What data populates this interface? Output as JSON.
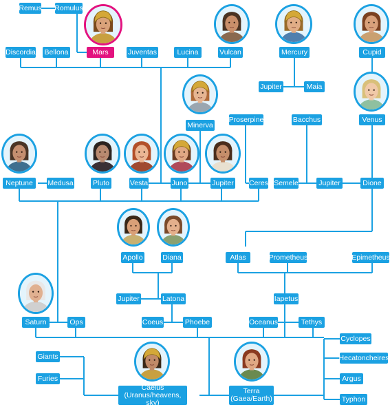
{
  "colors": {
    "box": "#1ba1e2",
    "highlight": "#e3127f",
    "line": "#1ba1e2",
    "background": "#ffffff"
  },
  "gods": {
    "remus": "Remus",
    "romulus": "Romulus",
    "mars": "Mars",
    "discordia": "Discordia",
    "bellona": "Bellona",
    "juventas": "Juventas",
    "lucina": "Lucina",
    "vulcan": "Vulcan",
    "mercury": "Mercury",
    "cupid": "Cupid",
    "jupiter_maia": "Jupiter",
    "maia": "Maia",
    "minerva": "Minerva",
    "proserpine": "Proserpine",
    "bacchus": "Bacchus",
    "venus": "Venus",
    "neptune": "Neptune",
    "medusa": "Medusa",
    "pluto": "Pluto",
    "vesta": "Vesta",
    "juno": "Juno",
    "jupiter": "Jupiter",
    "ceres": "Ceres",
    "semele": "Semele",
    "jupiter_semele": "Jupiter",
    "dione": "Dione",
    "apollo": "Apollo",
    "diana": "Diana",
    "atlas": "Atlas",
    "prometheus": "Prometheus",
    "epimetheus": "Epimetheus",
    "jupiter_latona": "Jupiter",
    "latona": "Latona",
    "iapetus": "Iapetus",
    "saturn": "Saturn",
    "ops": "Ops",
    "coeus": "Coeus",
    "phoebe": "Phoebe",
    "oceanus": "Oceanus",
    "tethys": "Tethys",
    "giants": "Giants",
    "furies": "Furies",
    "caelus": "Caelus",
    "caelus_sub": "(Uranus/heavens, sky)",
    "terra": "Terra",
    "terra_sub": "(Gaea/Earth)",
    "cyclopes": "Cyclopes",
    "hecatoncheires": "Hecatoncheires",
    "argus": "Argus",
    "typhon": "Typhon"
  },
  "portraits": [
    {
      "id": "mars",
      "icon": "mars-portrait-icon",
      "hair": "#7a4a1c",
      "skin": "#d9a27a",
      "shirt": "#c8a040",
      "helmet": true
    },
    {
      "id": "vulcan",
      "icon": "vulcan-portrait-icon",
      "hair": "#4a3322",
      "skin": "#c98f6a",
      "shirt": "#8a6a50",
      "helmet": false
    },
    {
      "id": "mercury",
      "icon": "mercury-portrait-icon",
      "hair": "#9a6a2a",
      "skin": "#e0ad86",
      "shirt": "#4f7fae",
      "helmet": true
    },
    {
      "id": "cupid",
      "icon": "cupid-portrait-icon",
      "hair": "#7a4020",
      "skin": "#d8a07a",
      "shirt": "#c9a070",
      "helmet": false
    },
    {
      "id": "venus",
      "icon": "venus-portrait-icon",
      "hair": "#d9c07a",
      "skin": "#f0c9a8",
      "shirt": "#8fc0a0",
      "helmet": false
    },
    {
      "id": "minerva",
      "icon": "minerva-portrait-icon",
      "hair": "#b06a3a",
      "skin": "#e6b592",
      "shirt": "#9aa6b0",
      "helmet": true
    },
    {
      "id": "neptune",
      "icon": "neptune-portrait-icon",
      "hair": "#4a3526",
      "skin": "#c48f70",
      "shirt": "#3f6f8f",
      "helmet": false
    },
    {
      "id": "pluto",
      "icon": "pluto-portrait-icon",
      "hair": "#2c2420",
      "skin": "#b88a70",
      "shirt": "#3a3035",
      "helmet": false
    },
    {
      "id": "vesta",
      "icon": "vesta-portrait-icon",
      "hair": "#b2502a",
      "skin": "#ebb693",
      "shirt": "#a04a30",
      "helmet": false
    },
    {
      "id": "juno",
      "icon": "juno-portrait-icon",
      "hair": "#6a3a20",
      "skin": "#e0a884",
      "shirt": "#b04a5a",
      "helmet": true
    },
    {
      "id": "jupiter",
      "icon": "jupiter-portrait-icon",
      "hair": "#4a2e1c",
      "skin": "#c58e6a",
      "shirt": "#e8e0d0",
      "helmet": false
    },
    {
      "id": "apollo",
      "icon": "apollo-portrait-icon",
      "hair": "#3a2818",
      "skin": "#d9a078",
      "shirt": "#c8b070",
      "helmet": false
    },
    {
      "id": "diana",
      "icon": "diana-portrait-icon",
      "hair": "#7a4a2a",
      "skin": "#e4b08c",
      "shirt": "#8aa070",
      "helmet": false
    },
    {
      "id": "saturn",
      "icon": "saturn-portrait-icon",
      "hair": "#e8e8e8",
      "skin": "#e0b090",
      "shirt": "#d0d0d0",
      "helmet": false
    },
    {
      "id": "caelus",
      "icon": "caelus-portrait-icon",
      "hair": "#3a2818",
      "skin": "#c08a68",
      "shirt": "#c8a040",
      "helmet": true
    },
    {
      "id": "terra",
      "icon": "terra-portrait-icon",
      "hair": "#8a3a20",
      "skin": "#e0a884",
      "shirt": "#6a8a50",
      "helmet": false
    }
  ]
}
